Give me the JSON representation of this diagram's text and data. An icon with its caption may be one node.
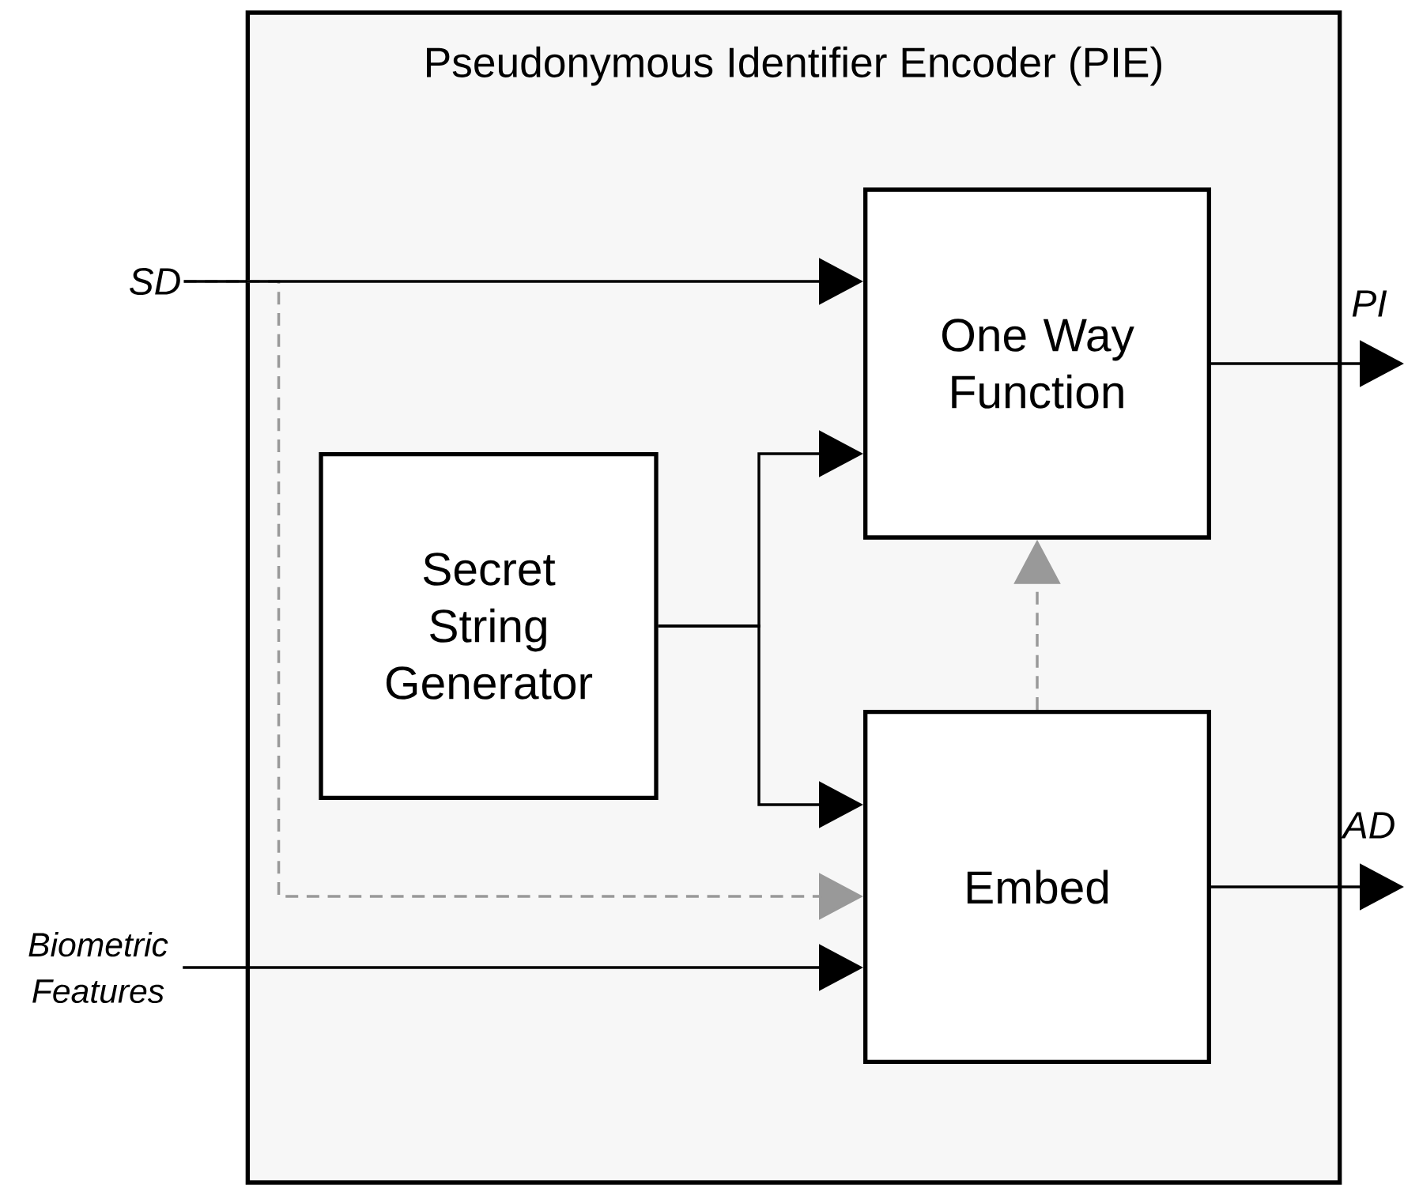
{
  "diagram": {
    "nodes": [
      {
        "text": [
          "Pseudonymous Identifier Encoder (PIE)"
        ]
      },
      {
        "text": [
          "One Way Function"
        ],
        "in": 0
      },
      {
        "text": [
          "Secret String Generator"
        ],
        "in": 0
      },
      {
        "text": [
          "Embed"
        ],
        "in": 0
      },
      {
        "text": [
          "SD"
        ]
      },
      {
        "text": [
          "Biometric Features"
        ]
      }
    ],
    "edges": [
      {
        "from": 4,
        "to": 3,
        "arrow": "to",
        "style": "dashed",
        "color": "#999999"
      },
      {
        "from": 4,
        "to": 1,
        "arrow": "to"
      },
      {
        "from": 2,
        "to": 1,
        "arrow": "to"
      },
      {
        "from": 2,
        "to": 3,
        "arrow": "to"
      },
      {
        "from": 5,
        "to": 3,
        "arrow": "to"
      },
      {
        "from": 3,
        "to": 1,
        "arrow": "to",
        "style": "dashed",
        "color": "#999999"
      },
      {
        "from": 1,
        "to": null,
        "arrow": "to",
        "label": "PI"
      },
      {
        "from": 3,
        "to": null,
        "arrow": "to",
        "label": "AD"
      }
    ]
  }
}
